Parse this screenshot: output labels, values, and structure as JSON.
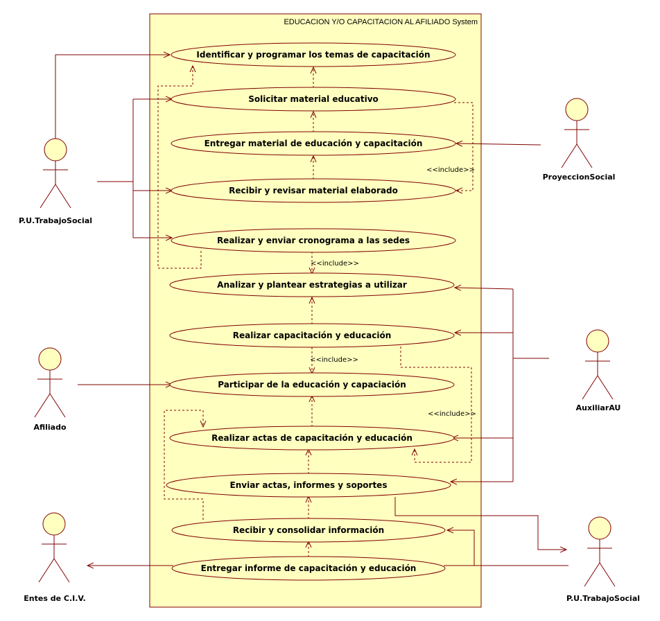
{
  "system": {
    "title": "EDUCACION Y/O CAPACITACION AL AFILIADO System"
  },
  "colors": {
    "fill": "#FFFFC0",
    "stroke": "#800000",
    "system_fill": "#FFFFC0"
  },
  "use_cases": [
    "Identificar y programar los temas de capacitación",
    "Solicitar material  educativo",
    "Entregar material de educación y capacitación",
    "Recibir y revisar material elaborado",
    "Realizar y enviar cronograma a las sedes",
    "Analizar y plantear estrategias a utilizar",
    "Realizar capacitación y educación",
    "Participar de la educación y capaciación",
    "Realizar actas de capacitación y educación",
    "Enviar actas, informes y soportes",
    "Recibir y consolidar información",
    "Entregar informe de capacitación y educación"
  ],
  "actors": [
    "P.U.TrabajoSocial",
    "ProyeccionSocial",
    "Afiliado",
    "AuxiliarAU",
    "Entes de C.I.V.",
    "P.U.TrabajoSocial"
  ],
  "include_labels": [
    "<<include>>",
    "<<include>>",
    "<<include>>",
    "<<include>>"
  ]
}
